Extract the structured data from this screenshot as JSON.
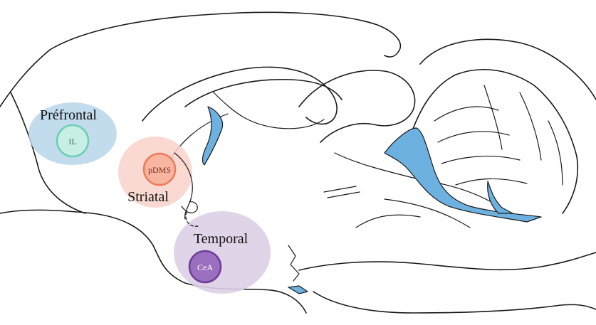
{
  "regions": [
    {
      "title": "Préfrontal",
      "node": "IL",
      "halo": "#b9d6ea",
      "node_fill": "#c8efe4",
      "node_edge": "#6ccfb4",
      "node_text": "#3a6e62"
    },
    {
      "title": "Striatal",
      "node": "pDMS",
      "halo": "#f8d2c9",
      "node_fill": "#f8b6a1",
      "node_edge": "#ee7a5a",
      "node_text": "#7a2f1d"
    },
    {
      "title": "Temporal",
      "node": "CeA",
      "halo": "#dccfe6",
      "node_fill": "#9a6fbf",
      "node_edge": "#6d3f95",
      "node_text": "#ffffff"
    }
  ],
  "colors": {
    "ventricle": "#6cb1e0",
    "outline": "#1a1a1a"
  }
}
